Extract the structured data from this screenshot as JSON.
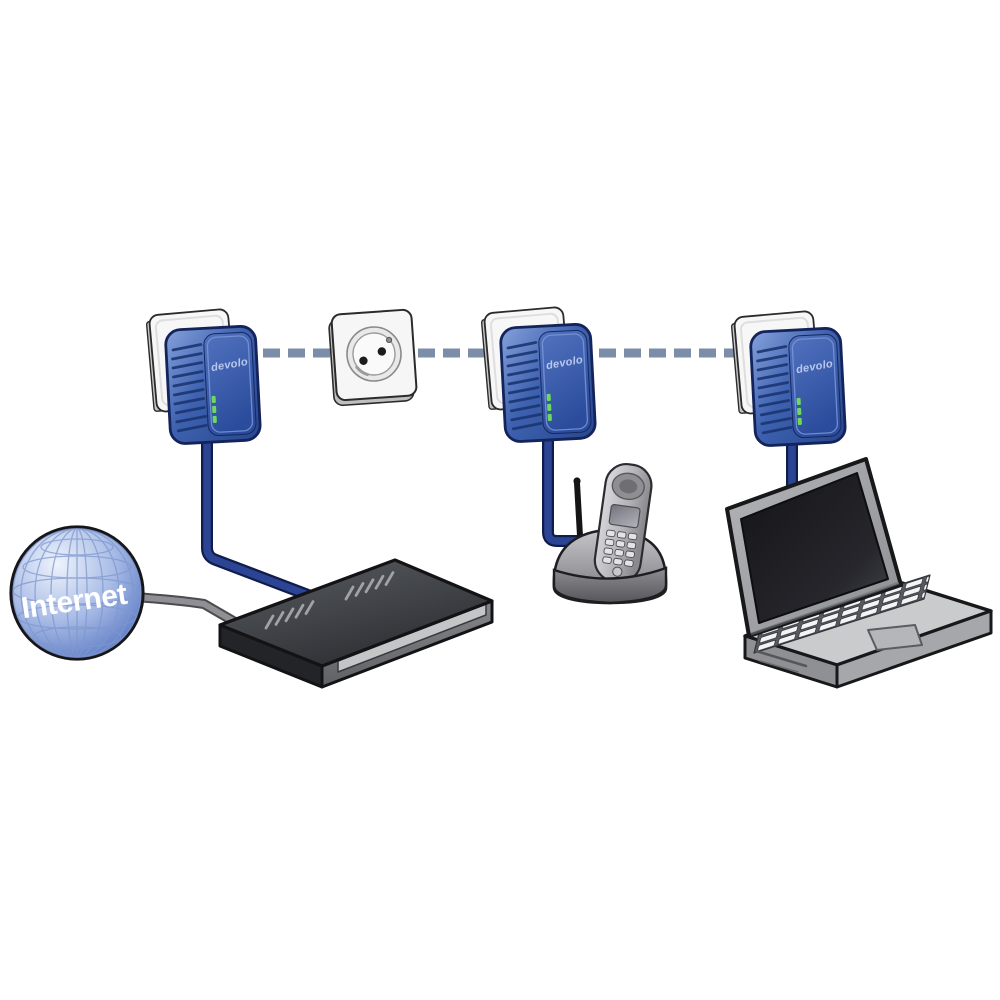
{
  "diagram": {
    "kind": "powerline-home-network-illustration",
    "background": "#ffffff"
  },
  "globe": {
    "label": "Internet"
  },
  "adapters": {
    "logo": "devolo",
    "count": 3
  },
  "nodes": [
    {
      "id": "internet-globe",
      "kind": "internet-cloud",
      "text": "Internet"
    },
    {
      "id": "router-modem",
      "kind": "router"
    },
    {
      "id": "powerline-adapter-1",
      "kind": "powerline-adapter",
      "logo": "devolo"
    },
    {
      "id": "wall-outlet",
      "kind": "power-socket"
    },
    {
      "id": "powerline-adapter-2",
      "kind": "powerline-adapter",
      "logo": "devolo"
    },
    {
      "id": "powerline-adapter-3",
      "kind": "powerline-adapter",
      "logo": "devolo"
    },
    {
      "id": "cordless-phone",
      "kind": "telephone"
    },
    {
      "id": "laptop",
      "kind": "computer"
    }
  ],
  "connections": [
    {
      "from": "internet-globe",
      "to": "router-modem",
      "style": "solid-cable"
    },
    {
      "from": "powerline-adapter-1",
      "to": "router-modem",
      "style": "solid-cable"
    },
    {
      "from": "powerline-adapter-2",
      "to": "cordless-phone",
      "style": "solid-cable"
    },
    {
      "from": "powerline-adapter-3",
      "to": "laptop",
      "style": "solid-cable"
    },
    {
      "from": "powerline-adapter-1",
      "to": "wall-outlet",
      "style": "dashed-powerline"
    },
    {
      "from": "wall-outlet",
      "to": "powerline-adapter-2",
      "style": "dashed-powerline"
    },
    {
      "from": "powerline-adapter-2",
      "to": "powerline-adapter-3",
      "style": "dashed-powerline"
    }
  ],
  "colors": {
    "ethernet_cable": "#2c4494",
    "internet_cable": "#909094",
    "powerline_dash": "#7b8da8",
    "adapter_blue": "#3c60ae",
    "led_green": "#6fd95f",
    "globe_blue": "#4868b8"
  }
}
